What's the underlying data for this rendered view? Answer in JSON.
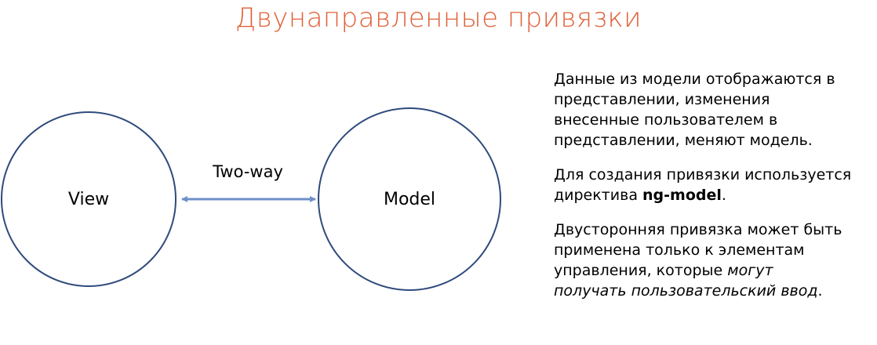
{
  "title": "Двунаправленные привязки",
  "colors": {
    "title": "#e0613a",
    "circle_stroke": "#2f4b7c",
    "arrow": "#6f8fc7"
  },
  "diagram": {
    "view_label": "View",
    "model_label": "Model",
    "connector_label": "Two-way"
  },
  "paragraphs": {
    "p1": {
      "line1": "Данные из модели отображаются в",
      "line2": "представлении, изменения",
      "line3": "внесенные пользователем в",
      "line4": "представлении, меняют модель."
    },
    "p2": {
      "line1": "Для создания привязки используется",
      "line2_prefix": "директива ",
      "line2_bold": "ng-model",
      "line2_suffix": "."
    },
    "p3": {
      "line1": "Двусторонняя привязка может быть",
      "line2": "применена только к элементам",
      "line3_prefix": "управления, которые ",
      "line3_italic": "могут",
      "line4_italic": "получать пользовательский ввод",
      "line4_suffix": "."
    }
  }
}
